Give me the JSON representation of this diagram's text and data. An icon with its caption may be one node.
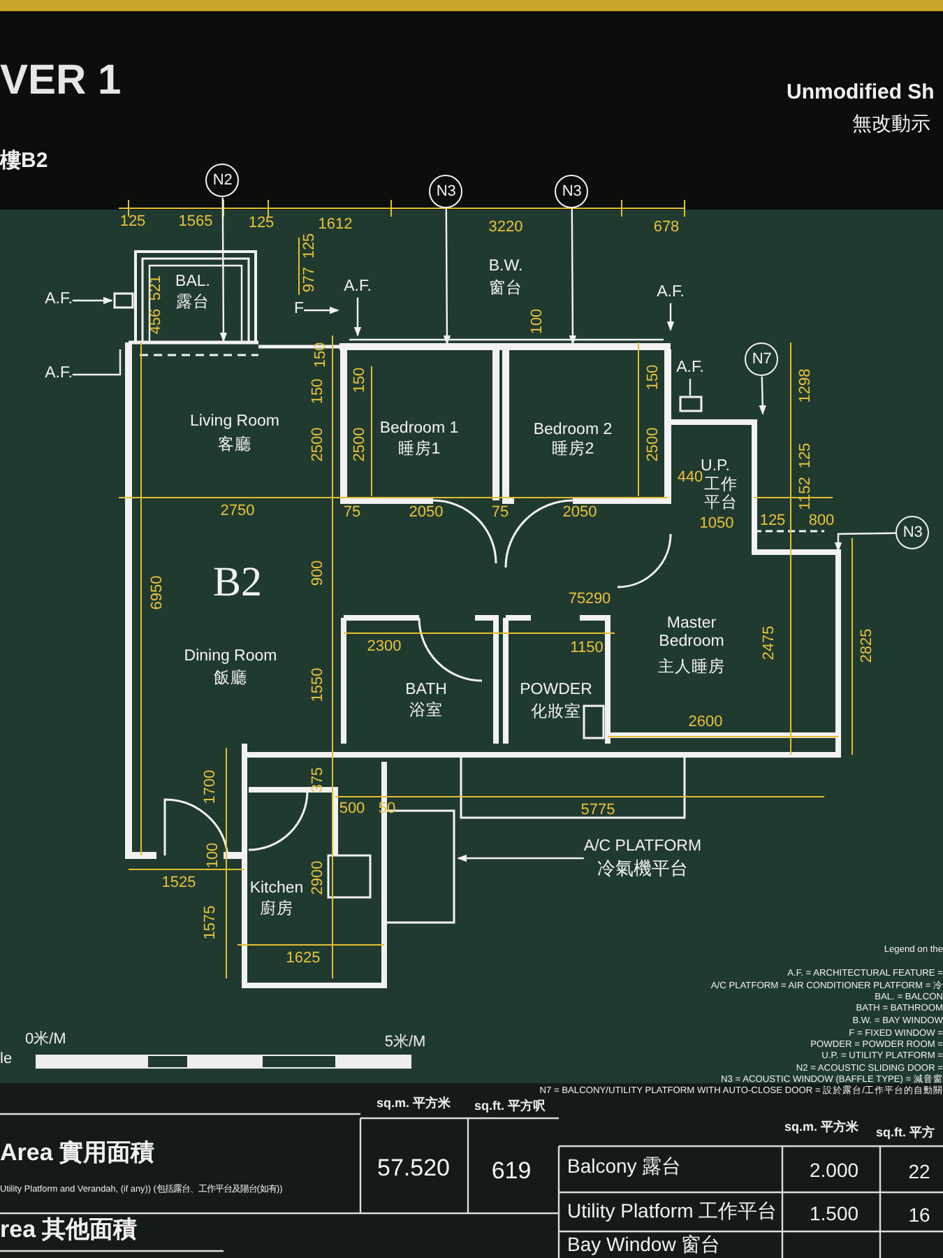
{
  "diagram": {
    "nodes": [
      {
        "text": [
          "N2"
        ]
      },
      {
        "text": [
          "N3"
        ]
      },
      {
        "text": [
          "N3"
        ]
      },
      {
        "text": [
          "N7"
        ]
      },
      {
        "text": [
          "N3"
        ]
      },
      {
        "text": [
          "A.F."
        ]
      },
      {
        "text": [
          "A.F."
        ]
      },
      {
        "text": [
          "A.F."
        ]
      },
      {
        "text": [
          "A.F."
        ]
      },
      {
        "text": [
          "A.F."
        ]
      },
      {
        "text": [
          "F"
        ]
      },
      {
        "text": [
          "A/C PLATFORM",
          "冷氣機平台"
        ]
      }
    ],
    "edges": [
      {
        "from": 0,
        "to": null,
        "arrow": "to"
      },
      {
        "from": 1,
        "to": null,
        "arrow": "to"
      },
      {
        "from": 2,
        "to": null,
        "arrow": "to"
      },
      {
        "from": 3,
        "to": null,
        "arrow": "to"
      },
      {
        "from": 4,
        "to": null,
        "arrow": "to"
      },
      {
        "from": 5,
        "to": null,
        "arrow": "to"
      },
      {
        "from": 6,
        "to": null,
        "arrow": "to"
      },
      {
        "from": 7,
        "to": null,
        "arrow": "to"
      },
      {
        "from": 8,
        "to": null,
        "arrow": "none"
      },
      {
        "from": 9,
        "to": null,
        "arrow": "none"
      },
      {
        "from": 10,
        "to": null,
        "arrow": "to"
      },
      {
        "from": 11,
        "to": null,
        "arrow": "to"
      }
    ],
    "labels": [
      "VER 1",
      "Unmodified Sh",
      "無改動示",
      "樓B2",
      "125",
      "1565",
      "125",
      "1612",
      "3220",
      "678",
      "BAL.",
      "露台",
      "521",
      "456",
      "125",
      "977",
      "B.W.",
      "窗台",
      "150",
      "100",
      "150",
      "150",
      "150",
      "Living Room",
      "客廳",
      "Bedroom 1",
      "睡房1",
      "Bedroom 2",
      "睡房2",
      "2500",
      "2500",
      "2500",
      "1298",
      "125",
      "1152",
      "U.P.",
      "工作平台",
      "440",
      "2750",
      "75",
      "2050",
      "75",
      "2050",
      "1050",
      "125",
      "800",
      "6950",
      "B2",
      "900",
      "75",
      "290",
      "Master Bedroom",
      "主人睡房",
      "2475",
      "2825",
      "Dining Room",
      "飯廳",
      "2300",
      "1150",
      "1550",
      "BATH",
      "浴室",
      "POWDER",
      "化妝室",
      "2600",
      "1700",
      "375",
      "500",
      "50",
      "5775",
      "1525",
      "100",
      "Kitchen",
      "廚房",
      "2900",
      "1575",
      "1625",
      "0米/M",
      "5米/M",
      "le",
      "Legend on the",
      "A.F. = ARCHITECTURAL FEATURE =",
      "A/C PLATFORM = AIR CONDITIONER PLATFORM = 冷",
      "BAL. = BALCON",
      "BATH = BATHROOM",
      "B.W. = BAY WINDOW",
      "F = FIXED WINDOW =",
      "POWDER = POWDER ROOM =",
      "U.P. = UTILITY PLATFORM =",
      "N2 = ACOUSTIC SLIDING DOOR =",
      "N3 = ACOUSTIC WINDOW (BAFFLE TYPE) = 減音窗",
      "N7 = BALCONY/UTILITY PLATFORM WITH AUTO-CLOSE DOOR = 設於露台/工作平台的自動關",
      "sq.m. 平方米",
      "sq.ft. 平方呎",
      "sq.m. 平方米",
      "sq.ft. 平方",
      "Area 實用面積",
      "Utility Platform and Verandah, (if any)) (包括露台、工作平台及陽台(如有))",
      "57.520",
      "619",
      "Balcony 露台",
      "2.000",
      "22",
      "Utility Platform 工作平台",
      "1.500",
      "16",
      "rea 其他面積",
      "Bay Window 窗台"
    ]
  }
}
